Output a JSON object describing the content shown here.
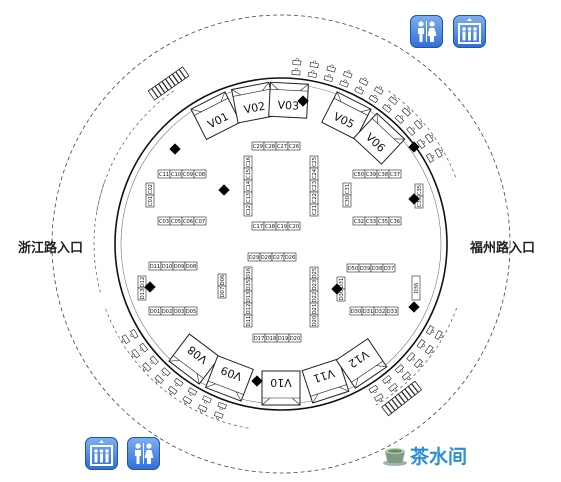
{
  "entrances": {
    "west": "浙江路入口",
    "east": "福州路入口"
  },
  "amenity": {
    "tea_room": "茶水间"
  },
  "icons": {
    "restroom": "restroom-icon",
    "elevator": "elevator-icon",
    "tea": "tea-cup-icon"
  },
  "vip_booths": [
    "V01",
    "V02",
    "V03",
    "V05",
    "V06",
    "V08",
    "V09",
    "V10",
    "V11",
    "V12"
  ],
  "c_left_block": {
    "top": [
      "C11",
      "C10",
      "C09",
      "C08"
    ],
    "side": [
      "C02",
      "C01"
    ],
    "bottom": [
      "C03",
      "C05",
      "C06",
      "C07"
    ]
  },
  "c_center_top": {
    "top": [
      "C29",
      "C28",
      "C27",
      "C26"
    ],
    "left": [
      "C16",
      "C15",
      "C14",
      "C13",
      "C12"
    ],
    "right": [
      "C25",
      "C24",
      "C23",
      "C22",
      "C21"
    ],
    "bottom": [
      "C17",
      "C18",
      "C19",
      "C20"
    ]
  },
  "c_right_block": {
    "top": [
      "C50",
      "C39",
      "C38",
      "C37"
    ],
    "side": [
      "C31",
      "C30"
    ],
    "edge": [
      "C35",
      "C36"
    ],
    "bottom": [
      "C32",
      "C33",
      "C35",
      "C36"
    ]
  },
  "d_left_block": {
    "top": [
      "D11",
      "D10",
      "D09",
      "D08"
    ],
    "side": [
      "D06",
      "D07"
    ],
    "edge": [
      "D12",
      "D13"
    ],
    "bottom": [
      "D01",
      "D02",
      "D03",
      "D05"
    ]
  },
  "d_center_bottom": {
    "top": [
      "D29",
      "D28",
      "D27",
      "D26"
    ],
    "left": [
      "D16",
      "D15",
      "D13",
      "D12",
      "D11"
    ],
    "right": [
      "D25",
      "D23",
      "D22",
      "D21",
      "D20"
    ],
    "bottom": [
      "D17",
      "D18",
      "D19",
      "D20"
    ]
  },
  "d_right_block": {
    "top": [
      "D50",
      "D39",
      "D38",
      "D37"
    ],
    "side": [
      "D31",
      "D30"
    ],
    "edge": [
      "D36"
    ],
    "bottom": [
      "D30",
      "D31",
      "D32",
      "D33"
    ]
  }
}
